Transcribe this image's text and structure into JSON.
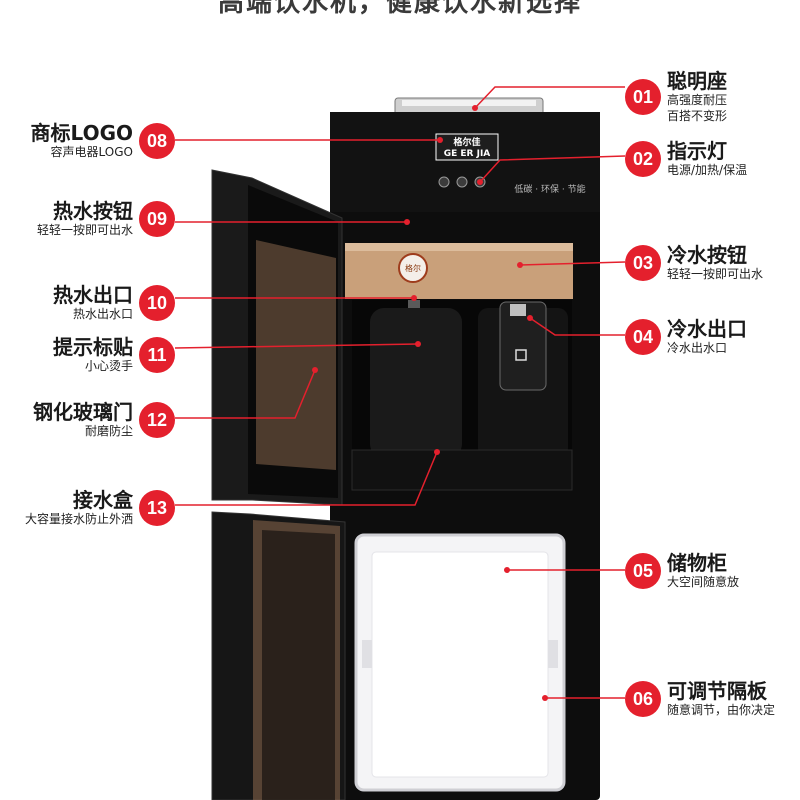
{
  "banner": "高端饮水机，健康饮水新选择",
  "product": {
    "logo_cn": "格尔佳",
    "logo_en": "GE ER JIA",
    "panel_text": "低碳 · 环保 · 节能",
    "button_text": "格尔"
  },
  "callouts": [
    {
      "num": "01",
      "title": "聪明座",
      "subs": [
        "高强度耐压",
        "百搭不变形"
      ]
    },
    {
      "num": "02",
      "title": "指示灯",
      "subs": [
        "电源/加热/保温"
      ]
    },
    {
      "num": "03",
      "title": "冷水按钮",
      "subs": [
        "轻轻一按即可出水"
      ]
    },
    {
      "num": "04",
      "title": "冷水出口",
      "subs": [
        "冷水出水口"
      ]
    },
    {
      "num": "05",
      "title": "储物柜",
      "subs": [
        "大空间随意放"
      ]
    },
    {
      "num": "06",
      "title": "可调节隔板",
      "subs": [
        "随意调节，由你决定"
      ]
    },
    {
      "num": "08",
      "title": "商标LOGO",
      "subs": [
        "容声电器LOGO"
      ]
    },
    {
      "num": "09",
      "title": "热水按钮",
      "subs": [
        "轻轻一按即可出水"
      ]
    },
    {
      "num": "10",
      "title": "热水出口",
      "subs": [
        "热水出水口"
      ]
    },
    {
      "num": "11",
      "title": "提示标贴",
      "subs": [
        "小心烫手"
      ]
    },
    {
      "num": "12",
      "title": "钢化玻璃门",
      "subs": [
        "耐磨防尘"
      ]
    },
    {
      "num": "13",
      "title": "接水盒",
      "subs": [
        "大容量接水防止外洒"
      ]
    }
  ],
  "colors": {
    "accent": "#e4202d",
    "body": "#0d0d0d",
    "gold_panel": "#c9a07a"
  }
}
